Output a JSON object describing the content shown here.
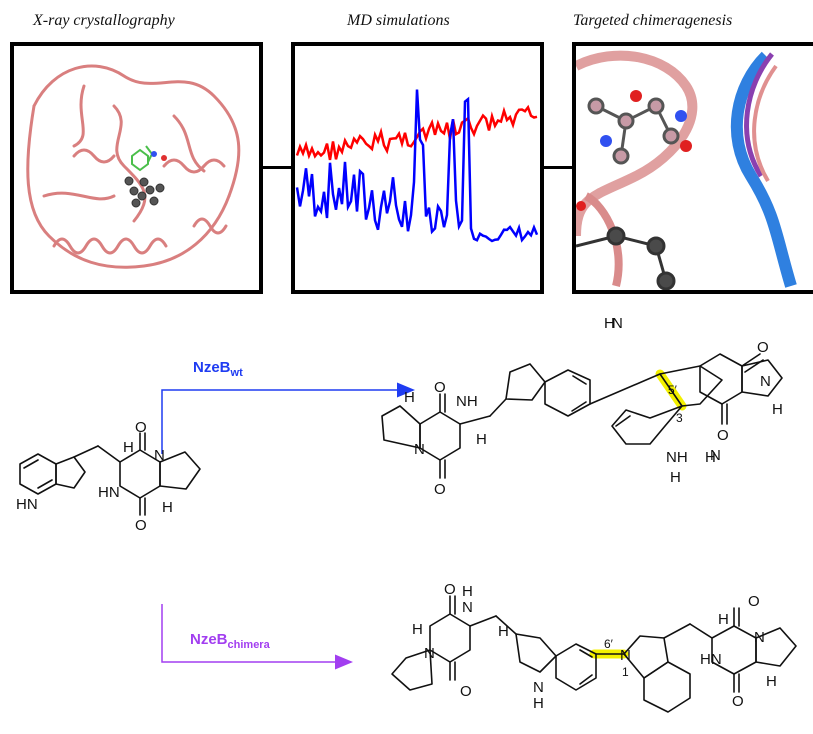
{
  "headers": {
    "xray": "X-ray crystallography",
    "md": "MD simulations",
    "chimera": "Targeted chimeragenesis"
  },
  "enzymes": {
    "wt_name": "NzeB",
    "wt_sub": "wt",
    "chimera_name": "NzeB",
    "chimera_sub": "chimera"
  },
  "colors": {
    "wt": "#1f3cf2",
    "chimera": "#a23ef0",
    "md_red": "#ff0000",
    "md_blue": "#0000ff",
    "protein": "#d97f7f",
    "bond_highlight": "#f3f000"
  },
  "atoms": {
    "O": "O",
    "N": "N",
    "H": "H",
    "NH": "NH",
    "HN": "HN"
  },
  "bond_labels": {
    "wt_5p": "5′",
    "wt_3": "3",
    "ch_6p": "6′",
    "ch_1": "1"
  }
}
